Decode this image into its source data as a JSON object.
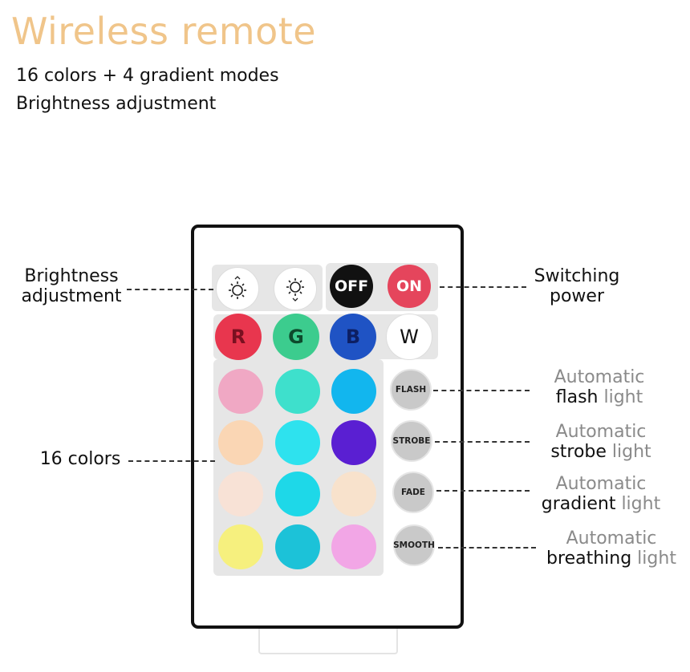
{
  "title": "Wireless remote",
  "subtitles": [
    "16 colors + 4 gradient modes",
    "Brightness adjustment"
  ],
  "brightness_buttons": [
    {
      "icon": "brightness-up-icon"
    },
    {
      "icon": "brightness-down-icon"
    }
  ],
  "power_buttons": {
    "off_label": "OFF",
    "on_label": "ON",
    "off_color": "#111111",
    "on_color": "#e5455c"
  },
  "rgbw_buttons": [
    {
      "label": "R",
      "color": "#e8364e"
    },
    {
      "label": "G",
      "color": "#3ccc8e"
    },
    {
      "label": "B",
      "color": "#1f53c4"
    },
    {
      "label": "W",
      "color": "#ffffff"
    }
  ],
  "color_buttons": [
    [
      "#f0a8c4",
      "#3ee0cc",
      "#12b6ee"
    ],
    [
      "#fad6b4",
      "#2ee2ee",
      "#5a1fd2"
    ],
    [
      "#f8e2d6",
      "#1ed8e8",
      "#f8e2cc"
    ],
    [
      "#f6f07e",
      "#1cc2d8",
      "#f2a6e6"
    ]
  ],
  "mode_buttons": [
    "FLASH",
    "STROBE",
    "FADE",
    "SMOOTH"
  ],
  "callouts": {
    "brightness": [
      "Brightness",
      "adjustment"
    ],
    "power": [
      "Switching",
      "power"
    ],
    "colors": "16 colors",
    "flash": {
      "line1": "Automatic",
      "bold": "flash",
      "rest": " light"
    },
    "strobe": {
      "line1": "Automatic",
      "bold": "strobe",
      "rest": " light"
    },
    "gradient": {
      "line1": "Automatic",
      "bold": "gradient",
      "rest": " light"
    },
    "breathing": {
      "line1": "Automatic",
      "bold": "breathing",
      "rest": " light"
    }
  }
}
